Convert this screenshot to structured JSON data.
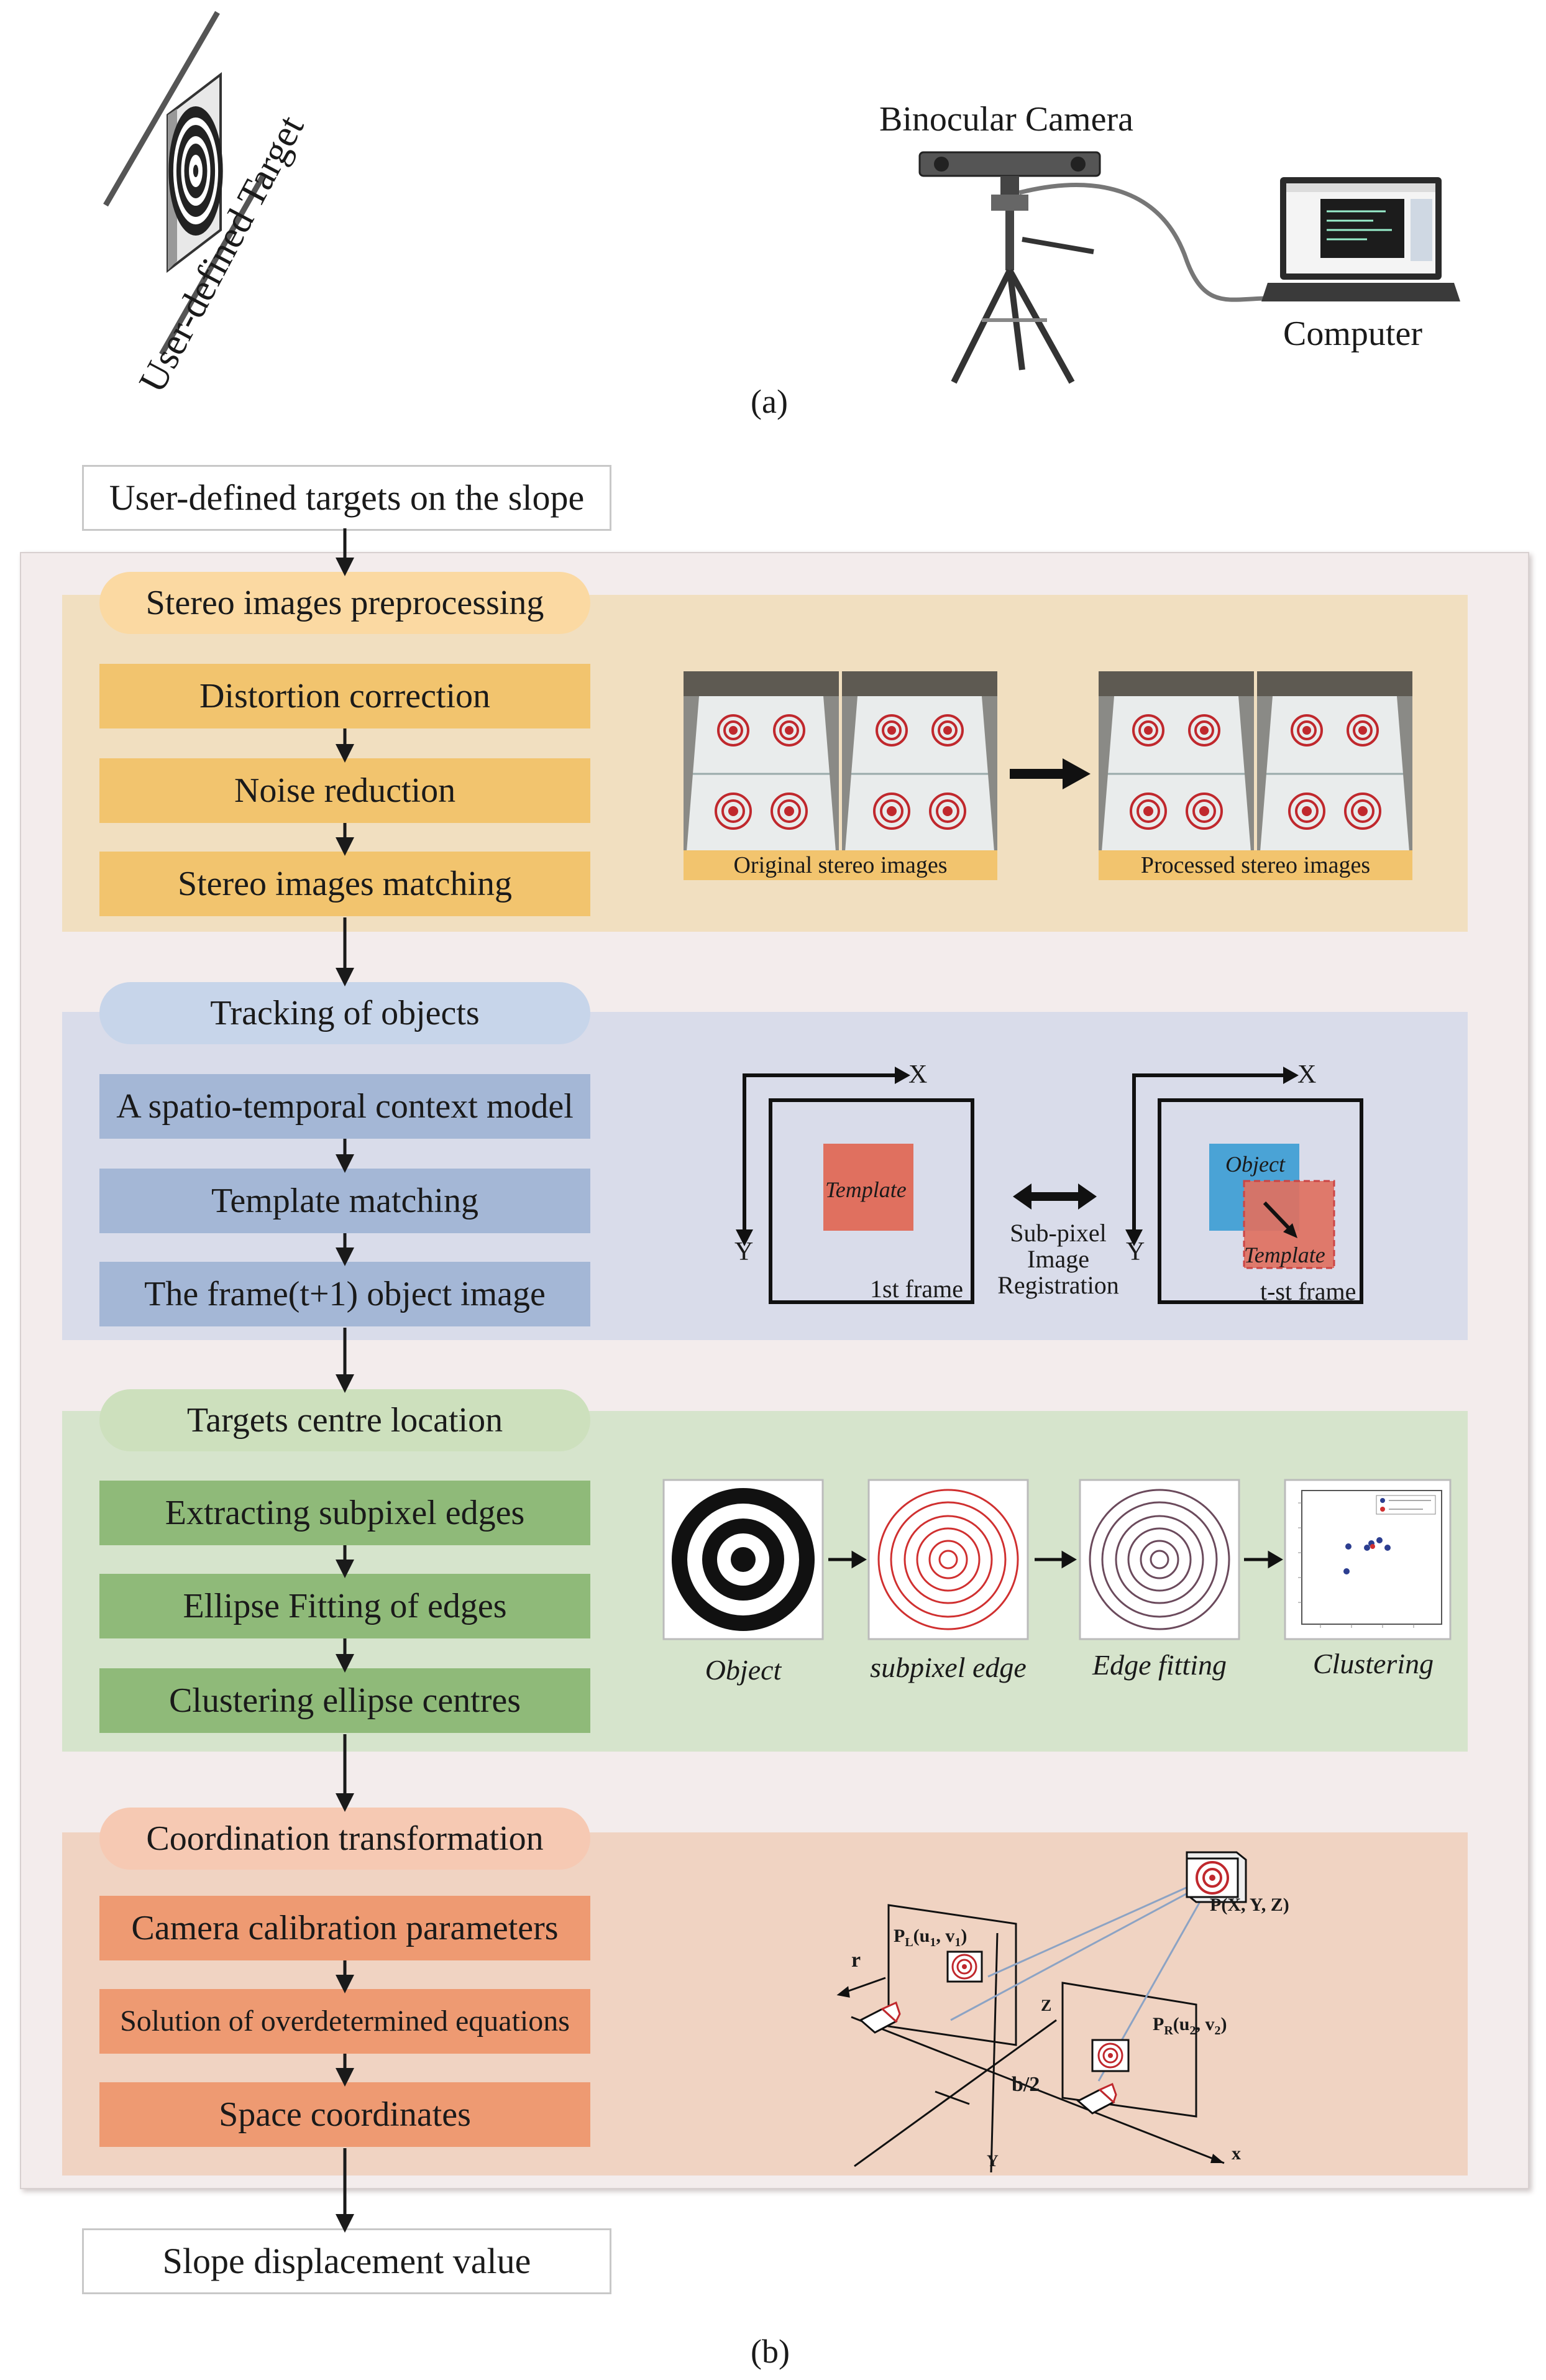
{
  "part_a": {
    "target_label": "User-defined Target",
    "camera_label": "Binocular Camera",
    "computer_label": "Computer",
    "caption": "(a)"
  },
  "part_b": {
    "start_box": "User-defined targets on the slope",
    "end_box": "Slope displacement value",
    "caption": "(b)",
    "stages": [
      {
        "header": "Stereo images preprocessing",
        "steps": [
          "Distortion correction",
          "Noise reduction",
          "Stereo images matching"
        ],
        "fill": "#f7e4c4",
        "header_fill": "#fbd9a2",
        "step_fill": "#f2c46e",
        "figure": {
          "left_label": "Original stereo images",
          "right_label": "Processed stereo images"
        }
      },
      {
        "header": "Tracking of objects",
        "steps": [
          "A spatio-temporal context model",
          "Template matching",
          "The frame(t+1) object image"
        ],
        "fill": "#dcdeeb",
        "header_fill": "#c7d5ea",
        "step_fill": "#a4b7d6",
        "figure": {
          "axis_x": "X",
          "axis_y": "Y",
          "template": "Template",
          "first_frame": "1st frame",
          "registration": [
            "Sub-pixel",
            "Image",
            "Registration"
          ],
          "object": "Object",
          "tst_frame": "t-st frame"
        }
      },
      {
        "header": "Targets centre location",
        "steps": [
          "Extracting subpixel edges",
          "Ellipse Fitting of edges",
          "Clustering ellipse centres"
        ],
        "fill": "#d9e5cf",
        "header_fill": "#cde0bd",
        "step_fill": "#8fba79",
        "figure": {
          "labels": [
            "Object",
            "subpixel edge",
            "Edge fitting",
            "Clustering"
          ]
        }
      },
      {
        "header": "Coordination transformation",
        "steps": [
          "Camera calibration parameters",
          "Solution of  overdetermined equations",
          "Space coordinates"
        ],
        "fill": "#f2d5c4",
        "header_fill": "#f6c9b3",
        "step_fill": "#ee9a72",
        "figure": {
          "point": "P(X, Y, Z)",
          "pl": "P",
          "pl_sub": "L",
          "pl_coord": "(u",
          "pl_1": "1",
          "pl_v": ", v",
          "pl_close": ")",
          "pr": "P",
          "pr_sub": "R",
          "pr_coord": "(u",
          "pr_2": "2",
          "pr_v": ", v",
          "pr_close": ")",
          "r": "r",
          "b2": "b/2",
          "x": "x",
          "y": "Y",
          "z": "Z"
        }
      }
    ]
  },
  "colors": {
    "arrow": "#1a1a1a",
    "target_red": "#c0282d",
    "template_red": "#e0705f",
    "object_blue": "#4aa3d6"
  }
}
